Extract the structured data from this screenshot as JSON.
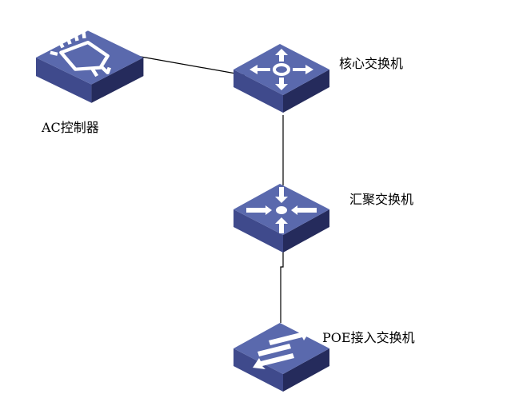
{
  "devices": {
    "ac": {
      "label": "AC控制器"
    },
    "core": {
      "label": "核心交换机"
    },
    "aggregation": {
      "label": "汇聚交换机"
    },
    "poe": {
      "label": "POE接入交换机"
    }
  },
  "colors": {
    "top": "#5a69ad",
    "left": "#3f4a8c",
    "right": "#252b5c",
    "icon": "#ffffff",
    "line": "#000000"
  }
}
